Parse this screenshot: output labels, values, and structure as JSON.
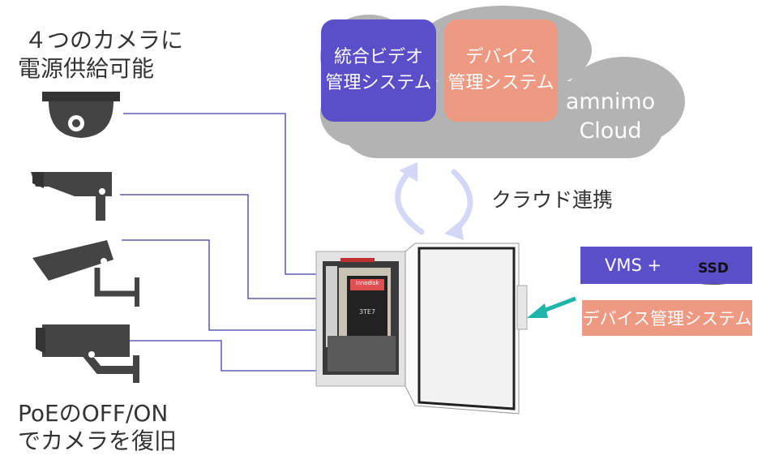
{
  "captions": {
    "power_line1": "４つのカメラに",
    "power_line2": "電源供給可能",
    "poe_line1": "PoEのOFF/ON",
    "poe_line2": "でカメラを復旧"
  },
  "cloud": {
    "vms_line1": "統合ビデオ",
    "vms_line2": "管理システム",
    "dms_line1": "デバイス",
    "dms_line2": "管理システム",
    "brand_line1": "amnimo",
    "brand_line2": "Cloud"
  },
  "sync_label": "クラウド連携",
  "device": {
    "vms_tag": "VMS +",
    "ssd_label": "SSD",
    "dms_tag": "デバイス管理システム",
    "ssd_card_brand": "innodisk",
    "ssd_card_model": "3TE7"
  },
  "colors": {
    "vms": "#5a4fc8",
    "dms": "#ee9a82",
    "cloud": "#b3b3b3",
    "arrow": "#1fb5a8",
    "wire": "#3f3fa8"
  }
}
